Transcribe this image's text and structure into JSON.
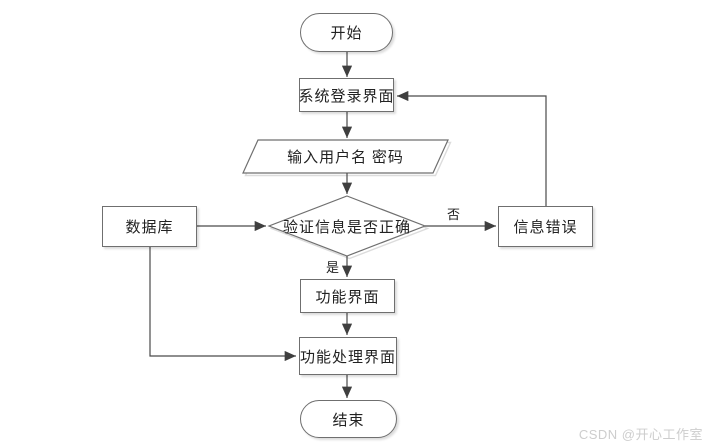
{
  "diagram": {
    "title": "login-flowchart",
    "nodes": {
      "start": {
        "label": "开始",
        "shape": "terminator"
      },
      "login": {
        "label": "系统登录界面",
        "shape": "process"
      },
      "input": {
        "label": "输入用户名 密码",
        "shape": "input-output"
      },
      "verify": {
        "label": "验证信息是否正确",
        "shape": "decision"
      },
      "database": {
        "label": "数据库",
        "shape": "process"
      },
      "error": {
        "label": "信息错误",
        "shape": "process"
      },
      "function_ui": {
        "label": "功能界面",
        "shape": "process"
      },
      "function_process": {
        "label": "功能处理界面",
        "shape": "process"
      },
      "end": {
        "label": "结束",
        "shape": "terminator"
      }
    },
    "edge_labels": {
      "yes": "是",
      "no": "否"
    }
  },
  "watermark": "CSDN @开心工作室",
  "colors": {
    "background": "#ffffff",
    "line": "#4a4a4a",
    "shape_border": "#6f6f6f",
    "shape_fill": "#ffffff",
    "text": "#222222",
    "watermark": "#cdcdcd"
  }
}
